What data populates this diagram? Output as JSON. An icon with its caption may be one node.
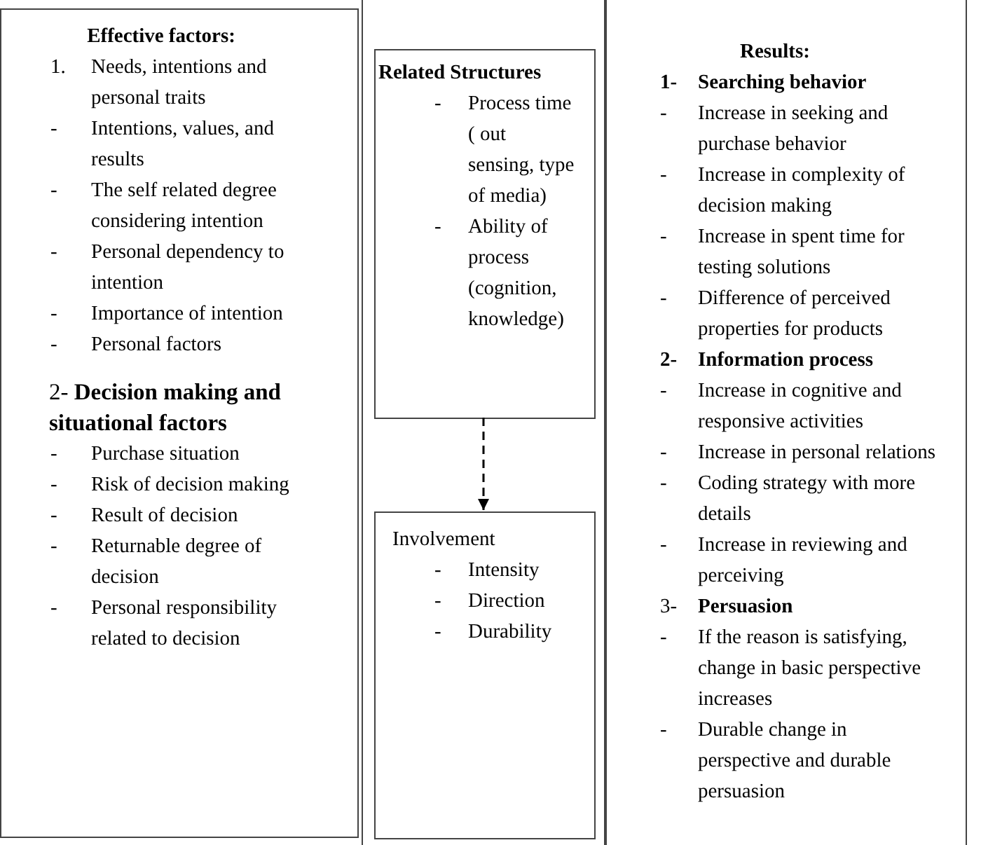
{
  "diagram": {
    "nodes": [
      {
        "text": [
          "Effective factors:",
          "1. Needs, intentions and personal traits",
          "- Intentions, values, and results",
          "- The self related degree considering intention",
          "- Personal dependency to intention",
          "- Importance of intention",
          "- Personal factors",
          "2- **Decision making and situational factors**",
          "- Purchase situation",
          "- Risk of decision making",
          "- Result of decision",
          "- Returnable degree of decision",
          "- Personal responsibility related to decision"
        ]
      },
      {
        "text": [],
        "shape": "box"
      },
      {
        "text": [
          "Related Structures",
          "- Process time ( out sensing, type of media)",
          "- Ability of process (cognition, knowledge)"
        ],
        "in": 1
      },
      {
        "text": [
          "Involvement",
          "- Intensity",
          "- Direction",
          "- Durability"
        ],
        "in": 1
      },
      {
        "text": [
          "Results:",
          "1- Searching behavior",
          "- Increase in seeking and purchase behavior",
          "- Increase in complexity of decision making",
          "- Increase in spent time for testing solutions",
          "- Difference of perceived properties for products",
          "2- Information process",
          "- Increase in cognitive and responsive activities",
          "- Increase in personal relations",
          "- Coding strategy with more details",
          "- Increase in reviewing and perceiving",
          "3- **Persuasion**",
          "- If the reason is satisfying, change in basic perspective increases",
          "- Durable change in perspective and durable persuasion"
        ]
      }
    ],
    "edges": [
      {
        "from": 2,
        "to": 3,
        "arrow": "to",
        "style": "dashed"
      }
    ]
  }
}
